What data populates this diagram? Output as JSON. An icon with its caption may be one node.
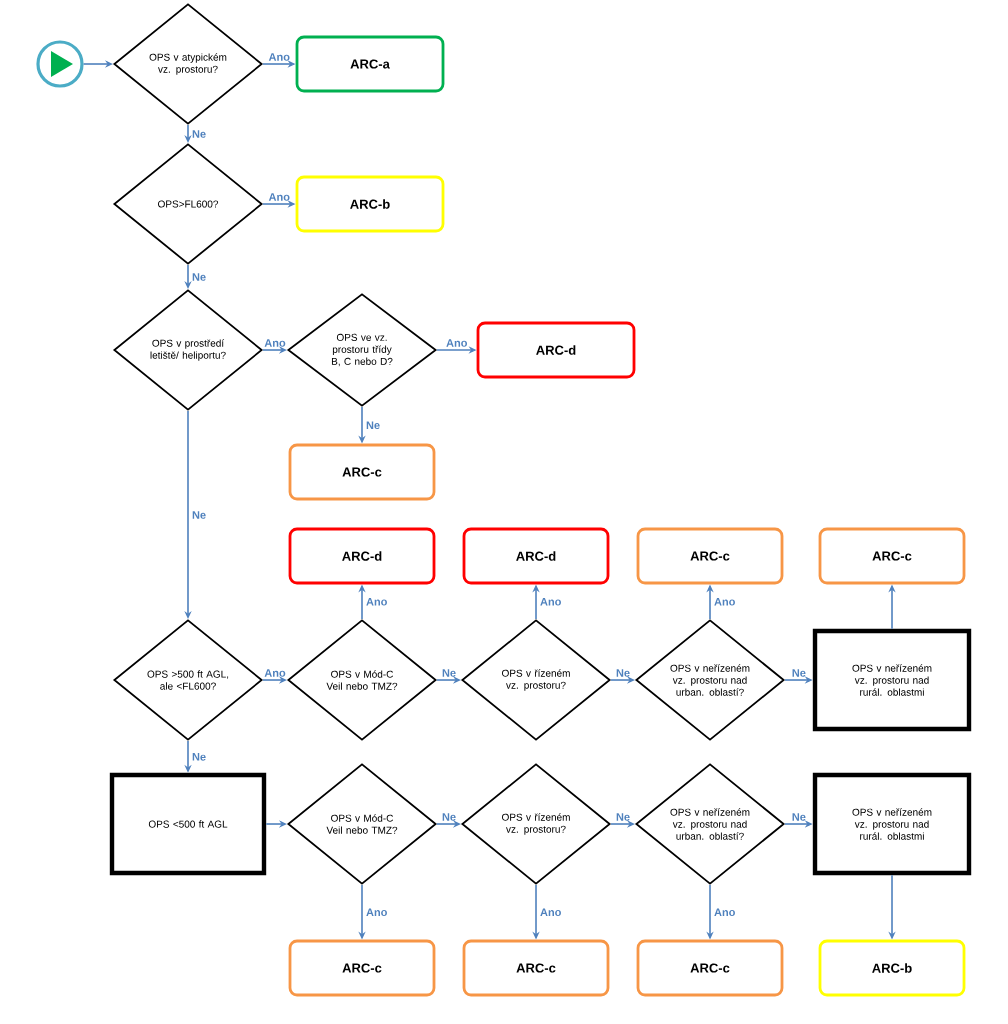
{
  "diagram": {
    "nodes": [
      {
        "text": [],
        "shape": "circle"
      },
      {
        "text": [
          "OPS v atypickém vz. prostoru?"
        ]
      },
      {
        "text": [
          "ARC-a"
        ]
      },
      {
        "text": [
          "OPS>FL600?"
        ]
      },
      {
        "text": [
          "ARC-b"
        ]
      },
      {
        "text": [
          "OPS v prostředí letiště/ heliportu?"
        ]
      },
      {
        "text": [
          "OPS ve vz. prostoru třídy B, C nebo D?"
        ]
      },
      {
        "text": [
          "ARC-d"
        ]
      },
      {
        "text": [
          "ARC-c"
        ]
      },
      {
        "text": [
          "ARC-d"
        ]
      },
      {
        "text": [
          "ARC-d"
        ]
      },
      {
        "text": [
          "ARC-c"
        ]
      },
      {
        "text": [
          "ARC-c"
        ]
      },
      {
        "text": [
          "OPS >500 ft AGL, ale <FL600?"
        ]
      },
      {
        "text": [
          "OPS v Mód-C Veil nebo TMZ?"
        ]
      },
      {
        "text": [
          "OPS v řízeném vz. prostoru?"
        ]
      },
      {
        "text": [
          "OPS v neřízeném vz. prostoru nad urban. oblastí?"
        ]
      },
      {
        "text": [
          "OPS v neřízeném vz. prostoru nad rurál. oblastmi"
        ]
      },
      {
        "text": [
          "OPS <500 ft AGL"
        ]
      },
      {
        "text": [
          "OPS v Mód-C Veil nebo TMZ?"
        ]
      },
      {
        "text": [
          "OPS v řízeném vz. prostoru?"
        ]
      },
      {
        "text": [
          "OPS v neřízeném vz. prostoru nad urban. oblastí?"
        ]
      },
      {
        "text": [
          "OPS v neřízeném vz. prostoru nad rurál. oblastmi"
        ]
      },
      {
        "text": [
          "ARC-c"
        ]
      },
      {
        "text": [
          "ARC-c"
        ]
      },
      {
        "text": [
          "ARC-c"
        ]
      },
      {
        "text": [
          "ARC-b"
        ]
      }
    ],
    "edges": [
      {
        "from": 0,
        "to": 1,
        "arrow": "to"
      },
      {
        "from": 1,
        "to": 2,
        "arrow": "to",
        "label": "Ano"
      },
      {
        "from": 1,
        "to": 3,
        "arrow": "to",
        "label": "Ne"
      },
      {
        "from": 3,
        "to": 4,
        "arrow": "to",
        "label": "Ano"
      },
      {
        "from": 3,
        "to": 5,
        "arrow": "to",
        "label": "Ne"
      },
      {
        "from": 5,
        "to": 6,
        "arrow": "to",
        "label": "Ano"
      },
      {
        "from": 6,
        "to": 7,
        "arrow": "to",
        "label": "Ano"
      },
      {
        "from": 6,
        "to": 8,
        "arrow": "to",
        "label": "Ne"
      },
      {
        "from": 5,
        "to": 13,
        "arrow": "to",
        "label": "Ne"
      },
      {
        "from": 13,
        "to": 14,
        "arrow": "to",
        "label": "Ano"
      },
      {
        "from": 14,
        "to": 9,
        "arrow": "to",
        "label": "Ano"
      },
      {
        "from": 14,
        "to": 15,
        "arrow": "to",
        "label": "Ne"
      },
      {
        "from": 15,
        "to": 10,
        "arrow": "to",
        "label": "Ano"
      },
      {
        "from": 15,
        "to": 16,
        "arrow": "to",
        "label": "Ne"
      },
      {
        "from": 16,
        "to": 11,
        "arrow": "to",
        "label": "Ano"
      },
      {
        "from": 16,
        "to": 17,
        "arrow": "to",
        "label": "Ne"
      },
      {
        "from": 17,
        "to": 12,
        "arrow": "to"
      },
      {
        "from": 13,
        "to": 18,
        "arrow": "to",
        "label": "Ne"
      },
      {
        "from": 18,
        "to": 19,
        "arrow": "to"
      },
      {
        "from": 19,
        "to": 23,
        "arrow": "to",
        "label": "Ano"
      },
      {
        "from": 19,
        "to": 20,
        "arrow": "to",
        "label": "Ne"
      },
      {
        "from": 20,
        "to": 24,
        "arrow": "to",
        "label": "Ano"
      },
      {
        "from": 20,
        "to": 21,
        "arrow": "to",
        "label": "Ne"
      },
      {
        "from": 21,
        "to": 25,
        "arrow": "to",
        "label": "Ano"
      },
      {
        "from": 21,
        "to": 22,
        "arrow": "to",
        "label": "Ne"
      },
      {
        "from": 22,
        "to": 26,
        "arrow": "to"
      }
    ]
  }
}
